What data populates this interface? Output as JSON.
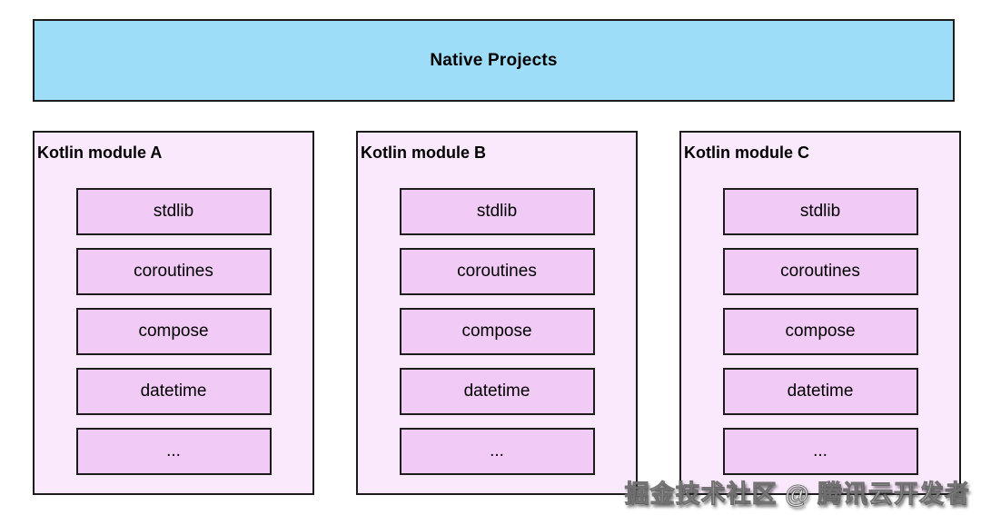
{
  "banner": {
    "title": "Native Projects"
  },
  "modules": [
    {
      "title": "Kotlin module A",
      "items": [
        "stdlib",
        "coroutines",
        "compose",
        "datetime",
        "..."
      ]
    },
    {
      "title": "Kotlin module B",
      "items": [
        "stdlib",
        "coroutines",
        "compose",
        "datetime",
        "..."
      ]
    },
    {
      "title": "Kotlin module C",
      "items": [
        "stdlib",
        "coroutines",
        "compose",
        "datetime",
        "..."
      ]
    }
  ],
  "watermark": "掘金技术社区 @ 腾讯云开发者",
  "colors": {
    "page_bg": "#ffffff",
    "banner_bg": "#9eddf7",
    "module_bg": "#fae9fc",
    "item_bg": "#f1cbf6",
    "border": "#1c1c1c"
  }
}
